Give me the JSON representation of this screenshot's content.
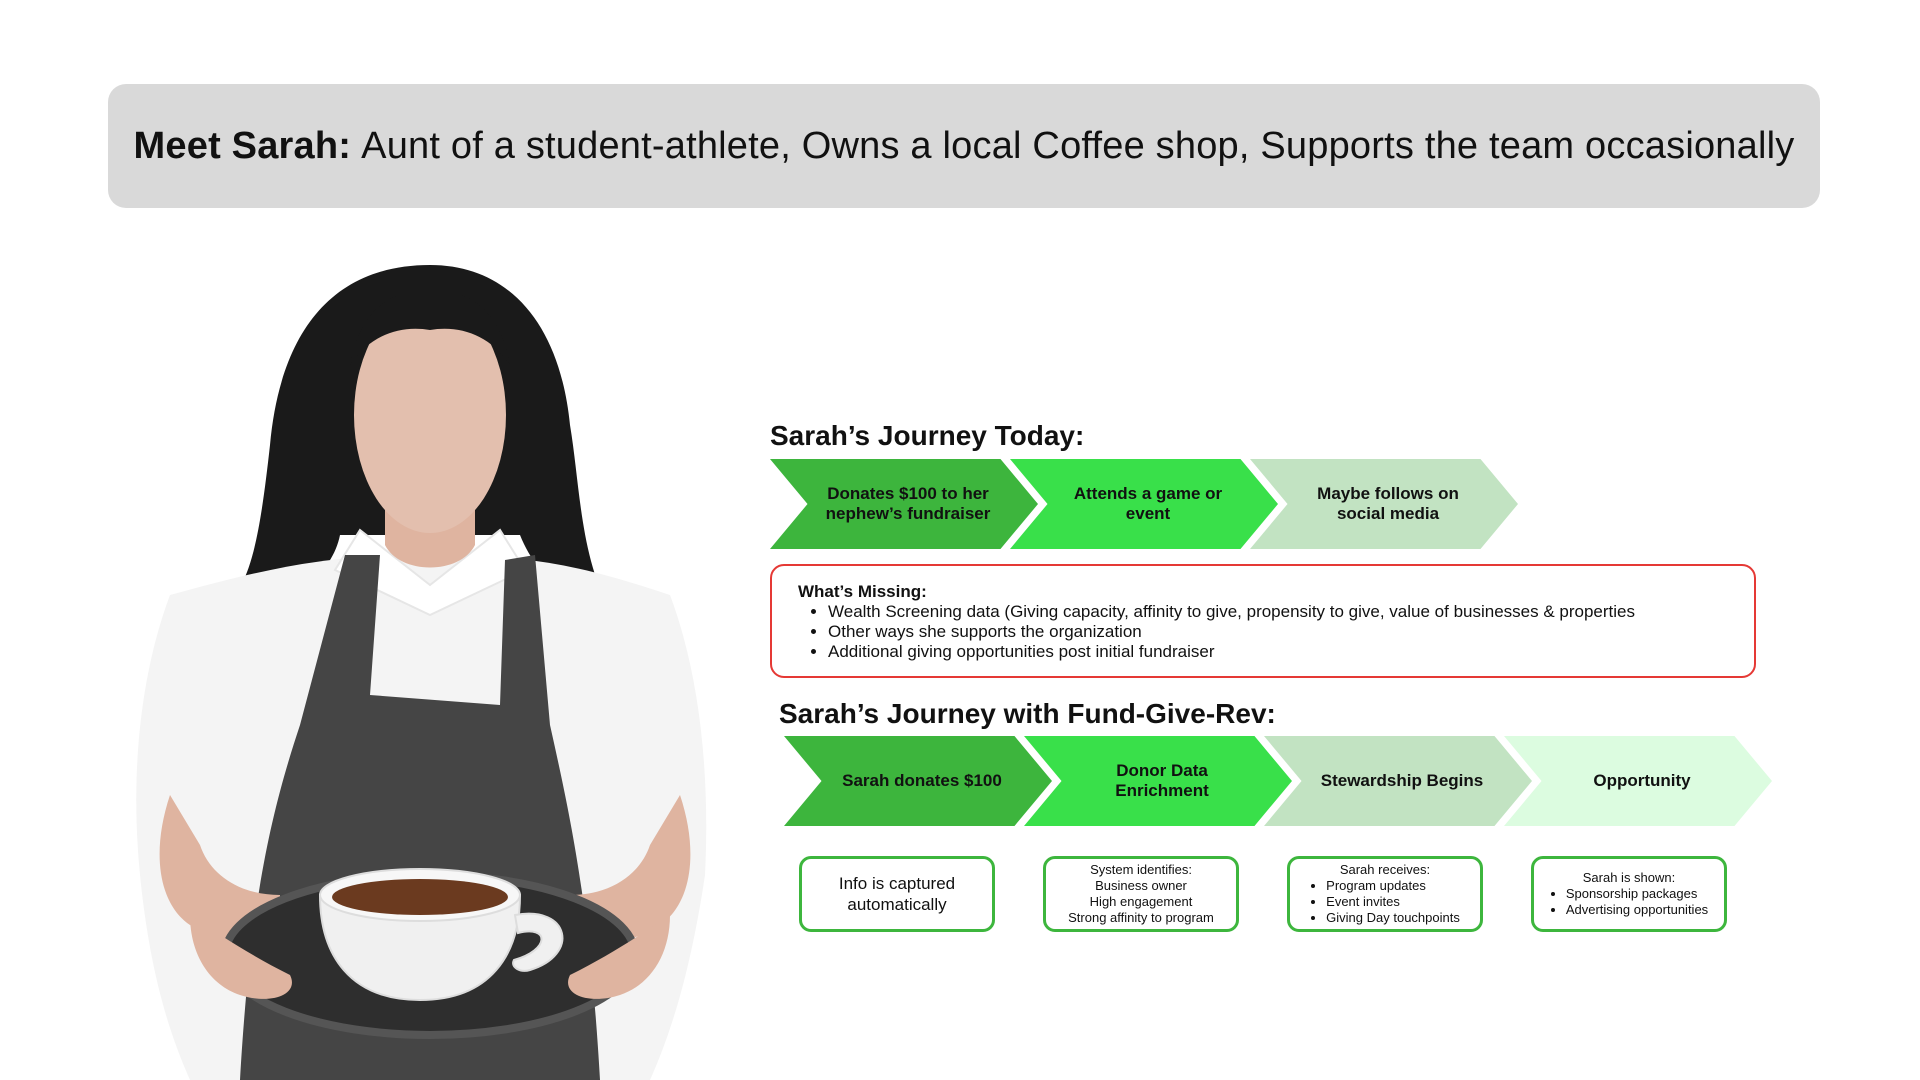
{
  "banner": {
    "bold": "Meet Sarah:",
    "text": "Aunt of a student-athlete, Owns a local Coffee shop, Supports the team occasionally"
  },
  "today": {
    "title": "Sarah’s Journey Today:",
    "steps": [
      "Donates $100 to her nephew’s fundraiser",
      "Attends a game or event",
      "Maybe follows on social media"
    ]
  },
  "missing": {
    "heading": "What’s Missing:",
    "items": [
      "Wealth Screening data (Giving capacity, affinity to give, propensity to give, value of businesses & properties",
      "Other ways she supports the organization",
      "Additional giving opportunities post initial fundraiser"
    ]
  },
  "future": {
    "title": "Sarah’s Journey with Fund-Give-Rev:",
    "steps": [
      "Sarah donates $100",
      "Donor Data Enrichment",
      "Stewardship Begins",
      "Opportunity"
    ],
    "details": {
      "captured": "Info is captured automatically",
      "system": {
        "heading": "System identifies:",
        "lines": [
          "Business owner",
          "High engagement",
          "Strong affinity to program"
        ]
      },
      "receives": {
        "heading": "Sarah receives:",
        "items": [
          "Program updates",
          "Event invites",
          "Giving Day touchpoints"
        ]
      },
      "shown": {
        "heading": "Sarah is shown:",
        "items": [
          "Sponsorship packages",
          "Advertising opportunities"
        ]
      }
    }
  },
  "colors": {
    "dark_green": "#3db53d",
    "bright_green": "#39e04a",
    "pale_green": "#c2e3c2",
    "mint_green": "#dcfce0",
    "banner_gray": "#d9d9d9",
    "alert_red": "#e53935"
  },
  "icons": [
    "barista-woman-illustration",
    "coffee-cup-icon"
  ]
}
